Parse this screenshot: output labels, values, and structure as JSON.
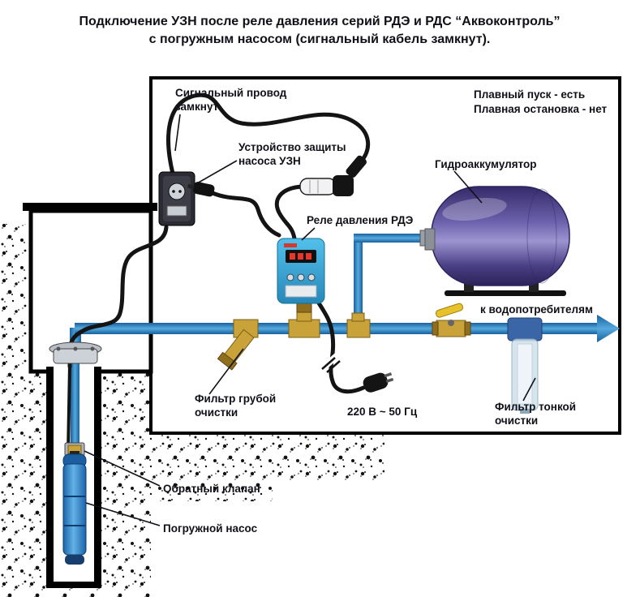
{
  "title": {
    "line1": "Подключение УЗН после реле давления серий РДЭ и РДС “Аквоконтроль”",
    "line2": "с погружным насосом (сигнальный кабель замкнут)."
  },
  "labels": {
    "signal_wire_1": "Сигнальный провод",
    "signal_wire_2": "замкнут",
    "uzn_1": "Устройство защиты",
    "uzn_2": "насоса УЗН",
    "soft_start": "Плавный пуск - есть",
    "soft_stop": "Плавная остановка - нет",
    "accumulator": "Гидроаккумулятор",
    "relay": "Реле давления РДЭ",
    "consumers": "к водопотребителям",
    "coarse_1": "Фильтр грубой",
    "coarse_2": "очистки",
    "power": "220 В ~ 50 Гц",
    "fine_1": "Фильтр тонкой",
    "fine_2": "очистки",
    "check_valve": "Обратный клапан",
    "pump": "Погружной насос"
  },
  "colors": {
    "pipe": "#2a86c8",
    "brass": "#c9a23a",
    "tank": "#5b4ea0",
    "relay_box": "#39a7d8"
  }
}
